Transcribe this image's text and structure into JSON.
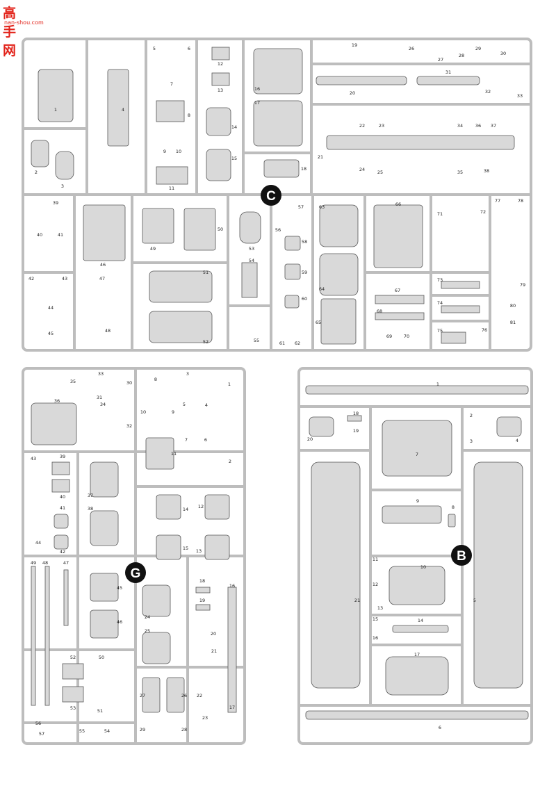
{
  "watermark": {
    "text_cn": "高手网",
    "url": "nan-shou.com"
  },
  "sprues": [
    {
      "id": "C",
      "parts": [
        "1",
        "2",
        "3",
        "4",
        "5",
        "6",
        "7",
        "8",
        "9",
        "10",
        "11",
        "12",
        "13",
        "14",
        "15",
        "16",
        "17",
        "18",
        "19",
        "20",
        "21",
        "22",
        "23",
        "24",
        "25",
        "26",
        "27",
        "28",
        "29",
        "30",
        "31",
        "32",
        "33",
        "34",
        "35",
        "36",
        "37",
        "38",
        "39",
        "40",
        "41",
        "42",
        "43",
        "44",
        "45",
        "46",
        "47",
        "48",
        "49",
        "50",
        "51",
        "52",
        "53",
        "54",
        "55",
        "56",
        "57",
        "58",
        "59",
        "60",
        "61",
        "62",
        "63",
        "64",
        "65",
        "66",
        "67",
        "68",
        "69",
        "70",
        "71",
        "72",
        "73",
        "74",
        "75",
        "76",
        "77",
        "78",
        "79",
        "80",
        "81"
      ]
    },
    {
      "id": "G",
      "parts": [
        "1",
        "2",
        "3",
        "4",
        "5",
        "6",
        "7",
        "8",
        "9",
        "10",
        "11",
        "12",
        "13",
        "14",
        "15",
        "16",
        "17",
        "18",
        "19",
        "20",
        "21",
        "22",
        "23",
        "24",
        "25",
        "26",
        "27",
        "28",
        "29",
        "30",
        "31",
        "32",
        "33",
        "34",
        "35",
        "36",
        "37",
        "38",
        "39",
        "40",
        "41",
        "42",
        "43",
        "44",
        "45",
        "46",
        "47",
        "48",
        "49",
        "50",
        "51",
        "52",
        "53",
        "54",
        "55",
        "56",
        "57"
      ]
    },
    {
      "id": "B",
      "parts": [
        "1",
        "2",
        "3",
        "4",
        "5",
        "6",
        "7",
        "8",
        "9",
        "10",
        "11",
        "12",
        "13",
        "14",
        "15",
        "16",
        "17",
        "18",
        "19",
        "20",
        "21"
      ]
    }
  ],
  "colors": {
    "frame": "#bdbdbd",
    "part_fill": "#d9d9d9",
    "part_stroke": "#555555",
    "badge": "#111111",
    "watermark": "#e2231a"
  }
}
